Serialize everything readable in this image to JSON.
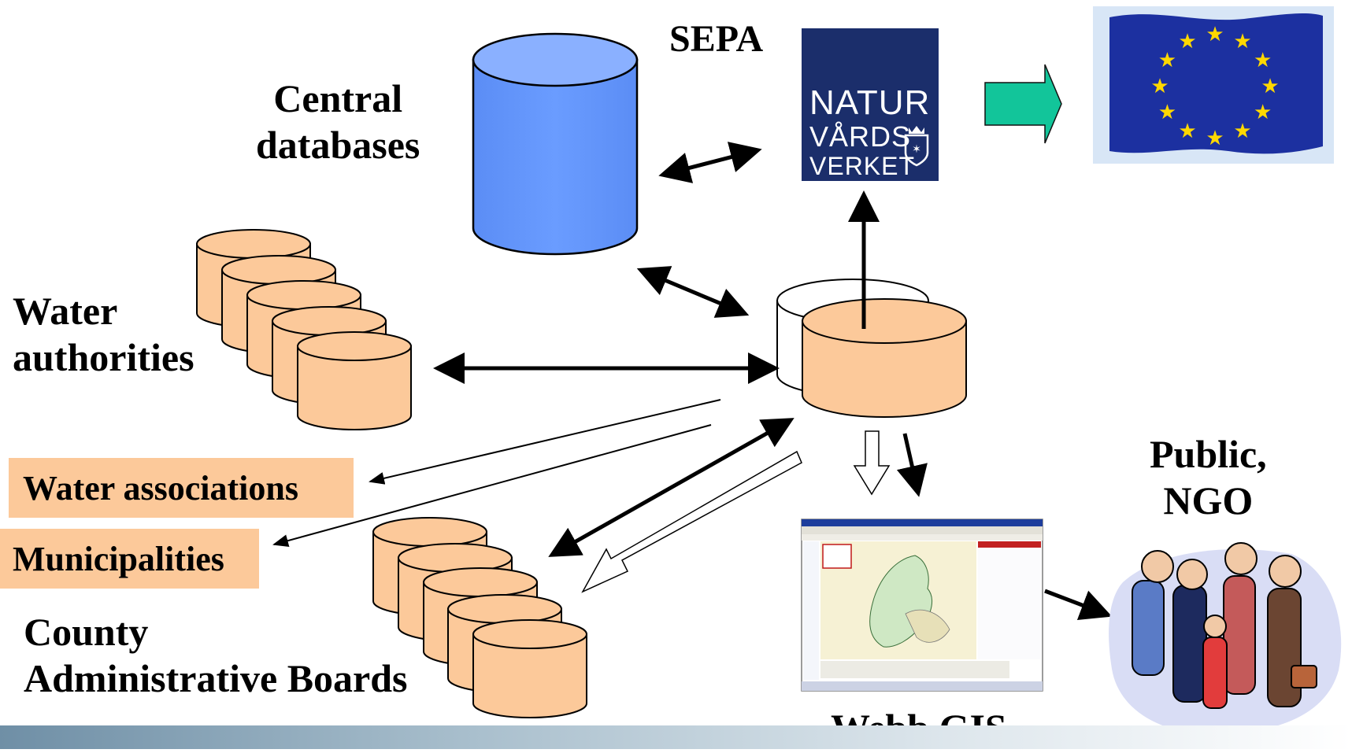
{
  "labels": {
    "central_databases": [
      "Central",
      "databases"
    ],
    "sepa": "SEPA",
    "water_authorities": [
      "Water",
      "authorities"
    ],
    "water_associations": "Water associations",
    "municipalities": "Municipalities",
    "county_boards": [
      "County",
      "Administrative Boards"
    ],
    "public_ngo": [
      "Public,",
      "NGO"
    ],
    "webb_gis": "Webb GIS"
  },
  "sepa_logo": {
    "lines": [
      "NATUR",
      "VÅRDS",
      "VERKET"
    ]
  },
  "colors": {
    "central_db": "#6699ff",
    "orange_db": "#fcc99a",
    "arrow_green": "#12c59a",
    "logo_blue": "#1b2e6b",
    "eu_blue": "#1c30a0",
    "eu_star": "#ffd800"
  }
}
